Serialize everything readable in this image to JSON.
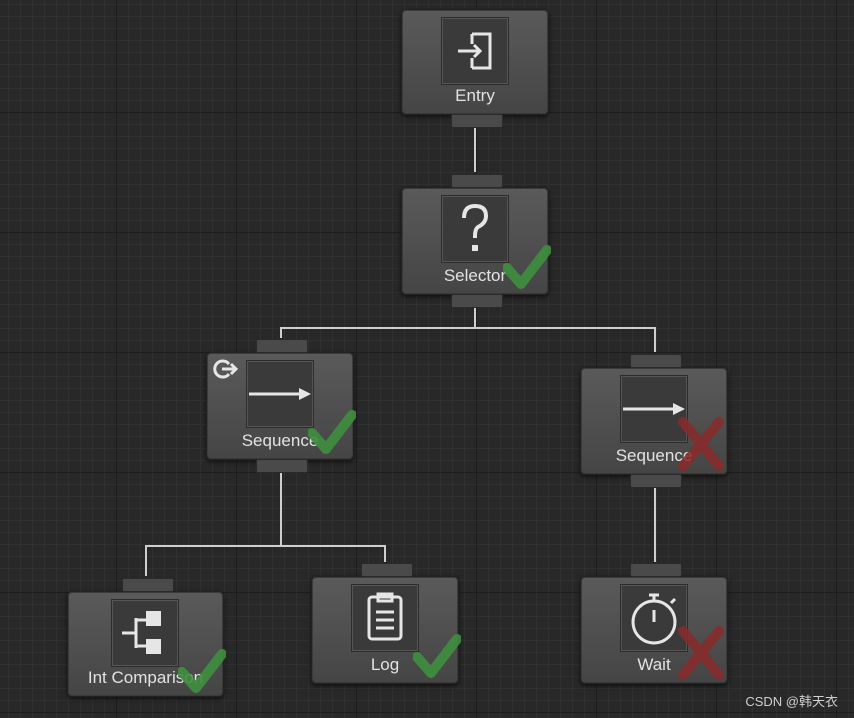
{
  "nodes": {
    "entry": {
      "label": "Entry",
      "icon": "entry-icon"
    },
    "selector": {
      "label": "Selector",
      "icon": "question-icon",
      "status": "success"
    },
    "sequence_left": {
      "label": "Sequence",
      "icon": "arrow-right-icon",
      "status": "success",
      "abort": "conditional-abort-icon"
    },
    "sequence_right": {
      "label": "Sequence",
      "icon": "arrow-right-icon",
      "status": "failure"
    },
    "int_comparison": {
      "label": "Int Comparison",
      "icon": "hierarchy-icon",
      "status": "success"
    },
    "log": {
      "label": "Log",
      "icon": "clipboard-icon",
      "status": "success"
    },
    "wait": {
      "label": "Wait",
      "icon": "stopwatch-icon",
      "status": "failure"
    }
  },
  "colors": {
    "success": "#3f8f3f",
    "failure": "#8a2a2a",
    "wire": "#cfcfcf",
    "background": "#282828"
  },
  "watermark": "CSDN @韩天衣"
}
